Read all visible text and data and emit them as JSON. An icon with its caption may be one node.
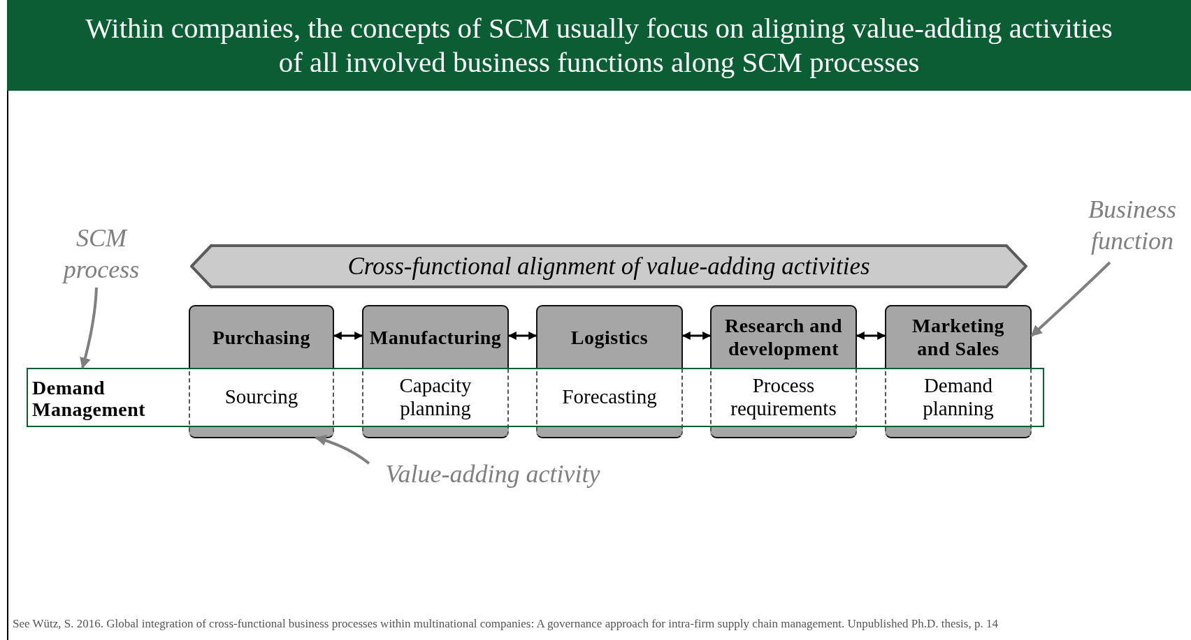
{
  "diagram": {
    "title": "Within companies, the concepts of SCM usually focus on aligning value-adding activities of all involved business functions along SCM processes",
    "caption": "See Wütz, S. 2016. Global integration of cross-functional business processes within multinational companies: A governance approach for intra-firm supply chain management. Unpublished Ph.D. thesis, p. 14",
    "nodes": [
      {
        "text": [
          "Cross-functional alignment of value-adding activities"
        ]
      },
      {
        "text": [
          "Purchasing"
        ]
      },
      {
        "text": [
          "Sourcing"
        ]
      },
      {
        "text": [
          "Manufacturing"
        ]
      },
      {
        "text": [
          "Capacity planning"
        ]
      },
      {
        "text": [
          "Logistics"
        ]
      },
      {
        "text": [
          "Forecasting"
        ]
      },
      {
        "text": [
          "Research and development"
        ]
      },
      {
        "text": [
          "Process requirements"
        ]
      },
      {
        "text": [
          "Marketing and Sales"
        ]
      },
      {
        "text": [
          "Demand planning"
        ]
      },
      {
        "text": [
          "Demand Management"
        ]
      },
      {
        "text": [
          "SCM process"
        ]
      },
      {
        "text": [
          "Business function"
        ]
      },
      {
        "text": [
          "Value-adding activity"
        ]
      }
    ],
    "edges": [
      {
        "from": 1,
        "to": 3,
        "arrow": "both"
      },
      {
        "from": 3,
        "to": 5,
        "arrow": "both"
      },
      {
        "from": 5,
        "to": 7,
        "arrow": "both"
      },
      {
        "from": 7,
        "to": 9,
        "arrow": "both"
      },
      {
        "from": 12,
        "to": 11,
        "arrow": "to",
        "color": "#7f7f7f"
      },
      {
        "from": 13,
        "to": 9,
        "arrow": "to",
        "color": "#7f7f7f"
      },
      {
        "from": 14,
        "to": 2,
        "arrow": "to",
        "color": "#7f7f7f"
      }
    ]
  }
}
